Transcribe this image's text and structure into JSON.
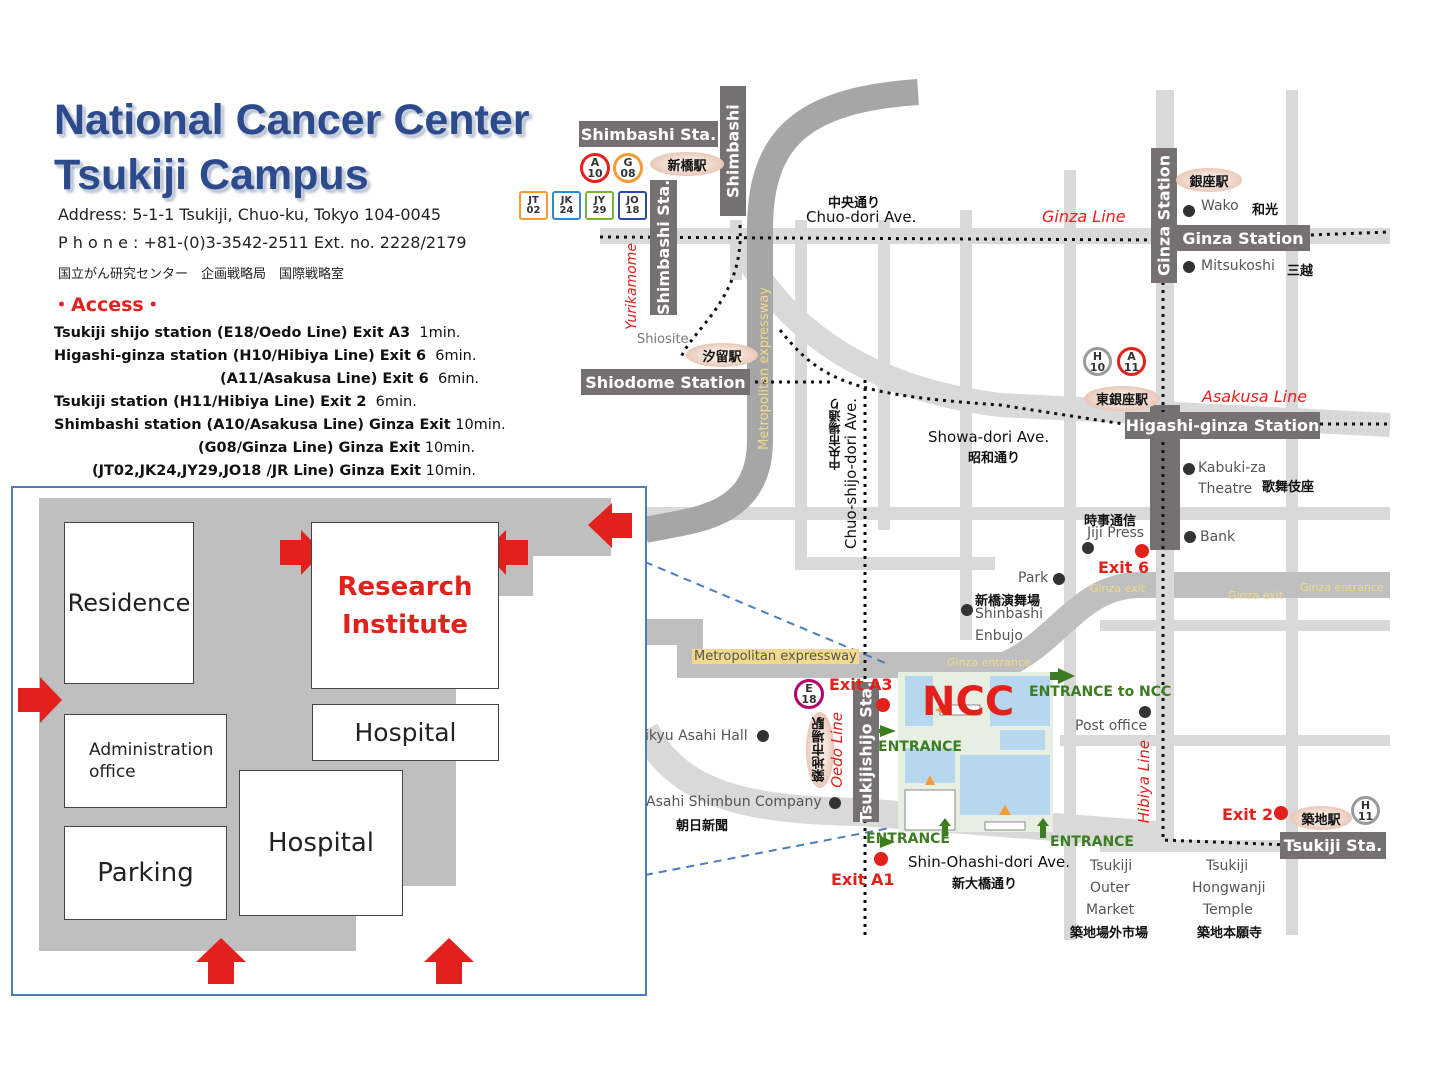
{
  "header": {
    "title_line1": "National Cancer Center",
    "title_line2": "Tsukiji Campus",
    "address": "Address: 5-1-1 Tsukiji, Chuo-ku, Tokyo 104-0045",
    "phone": "P h o n e : +81-(0)3-3542-2511    Ext. no. 2228/2179",
    "department": "国立がん研究センター　企画戦略局　国際戦略室",
    "access_heading": "・Access・"
  },
  "access": [
    {
      "station": "Tsukiji shijo station (E18/Oedo Line) Exit A3",
      "time": "1min."
    },
    {
      "station": "Higashi-ginza station (H10/Hibiya Line) Exit 6",
      "time": "6min."
    },
    {
      "station": "(A11/Asakusa Line) Exit 6",
      "time": "6min."
    },
    {
      "station": "Tsukiji station (H11/Hibiya Line) Exit 2",
      "time": "6min."
    },
    {
      "station": "Shimbashi station (A10/Asakusa Line) Ginza Exit",
      "time": "10min."
    },
    {
      "station": "(G08/Ginza Line) Ginza Exit",
      "time": "10min."
    },
    {
      "station": "(JT02,JK24,JY29,JO18 /JR Line)  Ginza Exit",
      "time": "10min."
    }
  ],
  "inset": {
    "residence": "Residence",
    "research_line1": "Research",
    "research_line2": "Institute",
    "hospital_small": "Hospital",
    "admin_line1": "Administration",
    "admin_line2": "office",
    "hospital_large": "Hospital",
    "parking": "Parking"
  },
  "map": {
    "stations": {
      "shimbashi_sta": "Shimbashi Sta.",
      "shimbashi_v": "Shimbashi",
      "shimbashi_sta_v": "Shimbashi Sta.",
      "shiodome": "Shiodome Station",
      "ginza_station": "Ginza Station",
      "ginza_station_v": "Ginza Station",
      "higashi_ginza": "Higashi-ginza Station",
      "tsukijishijo_v": "Tsukijishijo Sta.",
      "tsukiji_sta": "Tsukiji Sta."
    },
    "jp_labels": {
      "shimbashi": "新橋駅",
      "shiodome": "汐留駅",
      "ginza": "銀座駅",
      "higashi_ginza": "東銀座駅",
      "tsukiji": "築地駅",
      "tsukijishijo": "築地市場駅"
    },
    "badges": {
      "a10": [
        "A",
        "10"
      ],
      "g08": [
        "G",
        "08"
      ],
      "jt02": [
        "JT",
        "02"
      ],
      "jk24": [
        "JK",
        "24"
      ],
      "jy29": [
        "JY",
        "29"
      ],
      "jo18": [
        "JO",
        "18"
      ],
      "h10": [
        "H",
        "10"
      ],
      "a11": [
        "A",
        "11"
      ],
      "e18": [
        "E",
        "18"
      ],
      "h11": [
        "H",
        "11"
      ]
    },
    "lines": {
      "ginza_line": "Ginza Line",
      "asakusa_line": "Asakusa Line",
      "yurikamome": "Yurikamome",
      "oedo_line": "Oedo Line",
      "hibiya_line": "Hibiya Line",
      "metro_expressway_v": "Metropolitan expressway",
      "metro_expressway": "Metropolitan expressway"
    },
    "streets": {
      "chuo_dori_jp": "中央通り",
      "chuo_dori": "Chuo-dori Ave.",
      "showa_dori": "Showa-dori Ave.",
      "showa_dori_jp": "昭和通り",
      "chuo_shijo_jp": "中央市場通り",
      "chuo_shijo": "Chuo-shijo-dori Ave.",
      "shin_ohashi": "Shin-Ohashi-dori Ave.",
      "shin_ohashi_jp": "新大橋通り"
    },
    "landmarks": {
      "wako": "Wako",
      "wako_jp": "和光",
      "mitsukoshi": "Mitsukoshi",
      "mitsukoshi_jp": "三越",
      "shiosite": "Shiosite",
      "kabukiza_1": "Kabuki-za",
      "kabukiza_2": "Theatre",
      "kabukiza_jp": "歌舞伎座",
      "jiji_jp": "時事通信",
      "jiji": "Jiji Press",
      "bank": "Bank",
      "park": "Park",
      "enbujo_jp": "新橋演舞場",
      "enbujo_1": "Shinbashi",
      "enbujo_2": "Enbujo",
      "yurakucho": "ikyu Asahi Hall",
      "post_office": "Post office",
      "asahi": "Asahi Shimbun Company",
      "asahi_jp": "朝日新聞",
      "outer_1": "Tsukiji",
      "outer_2": "Outer",
      "outer_3": "Market",
      "outer_jp": "築地場外市場",
      "temple_1": "Tsukiji",
      "temple_2": "Hongwanji",
      "temple_3": "Temple",
      "temple_jp": "築地本願寺"
    },
    "exits": {
      "exit6": "Exit 6",
      "exit_a3": "Exit A3",
      "exit_a1": "Exit A1",
      "exit2": "Exit 2",
      "ginza_exit_1": "Ginza exit",
      "ginza_exit_2": "Ginza exit",
      "ginza_entrance_1": "Ginza entrance",
      "ginza_entrance_2": "Ginza entrance"
    },
    "ncc": {
      "label": "NCC",
      "entrance_to_ncc": "ENTRANCE to NCC",
      "entrance_1": "ENTRANCE",
      "entrance_2": "ENTRANCE",
      "entrance_3": "ENTRANCE"
    }
  },
  "colors": {
    "title_blue": "#2c4a8c",
    "accent_red": "#e3211c",
    "station_gray": "#767171",
    "road_gray": "#d9d9d9",
    "expressway": "#a6a6a6",
    "entrance_green": "#3c7d22",
    "inset_border": "#4a7ebb",
    "highway_label": "#f2d98c"
  }
}
